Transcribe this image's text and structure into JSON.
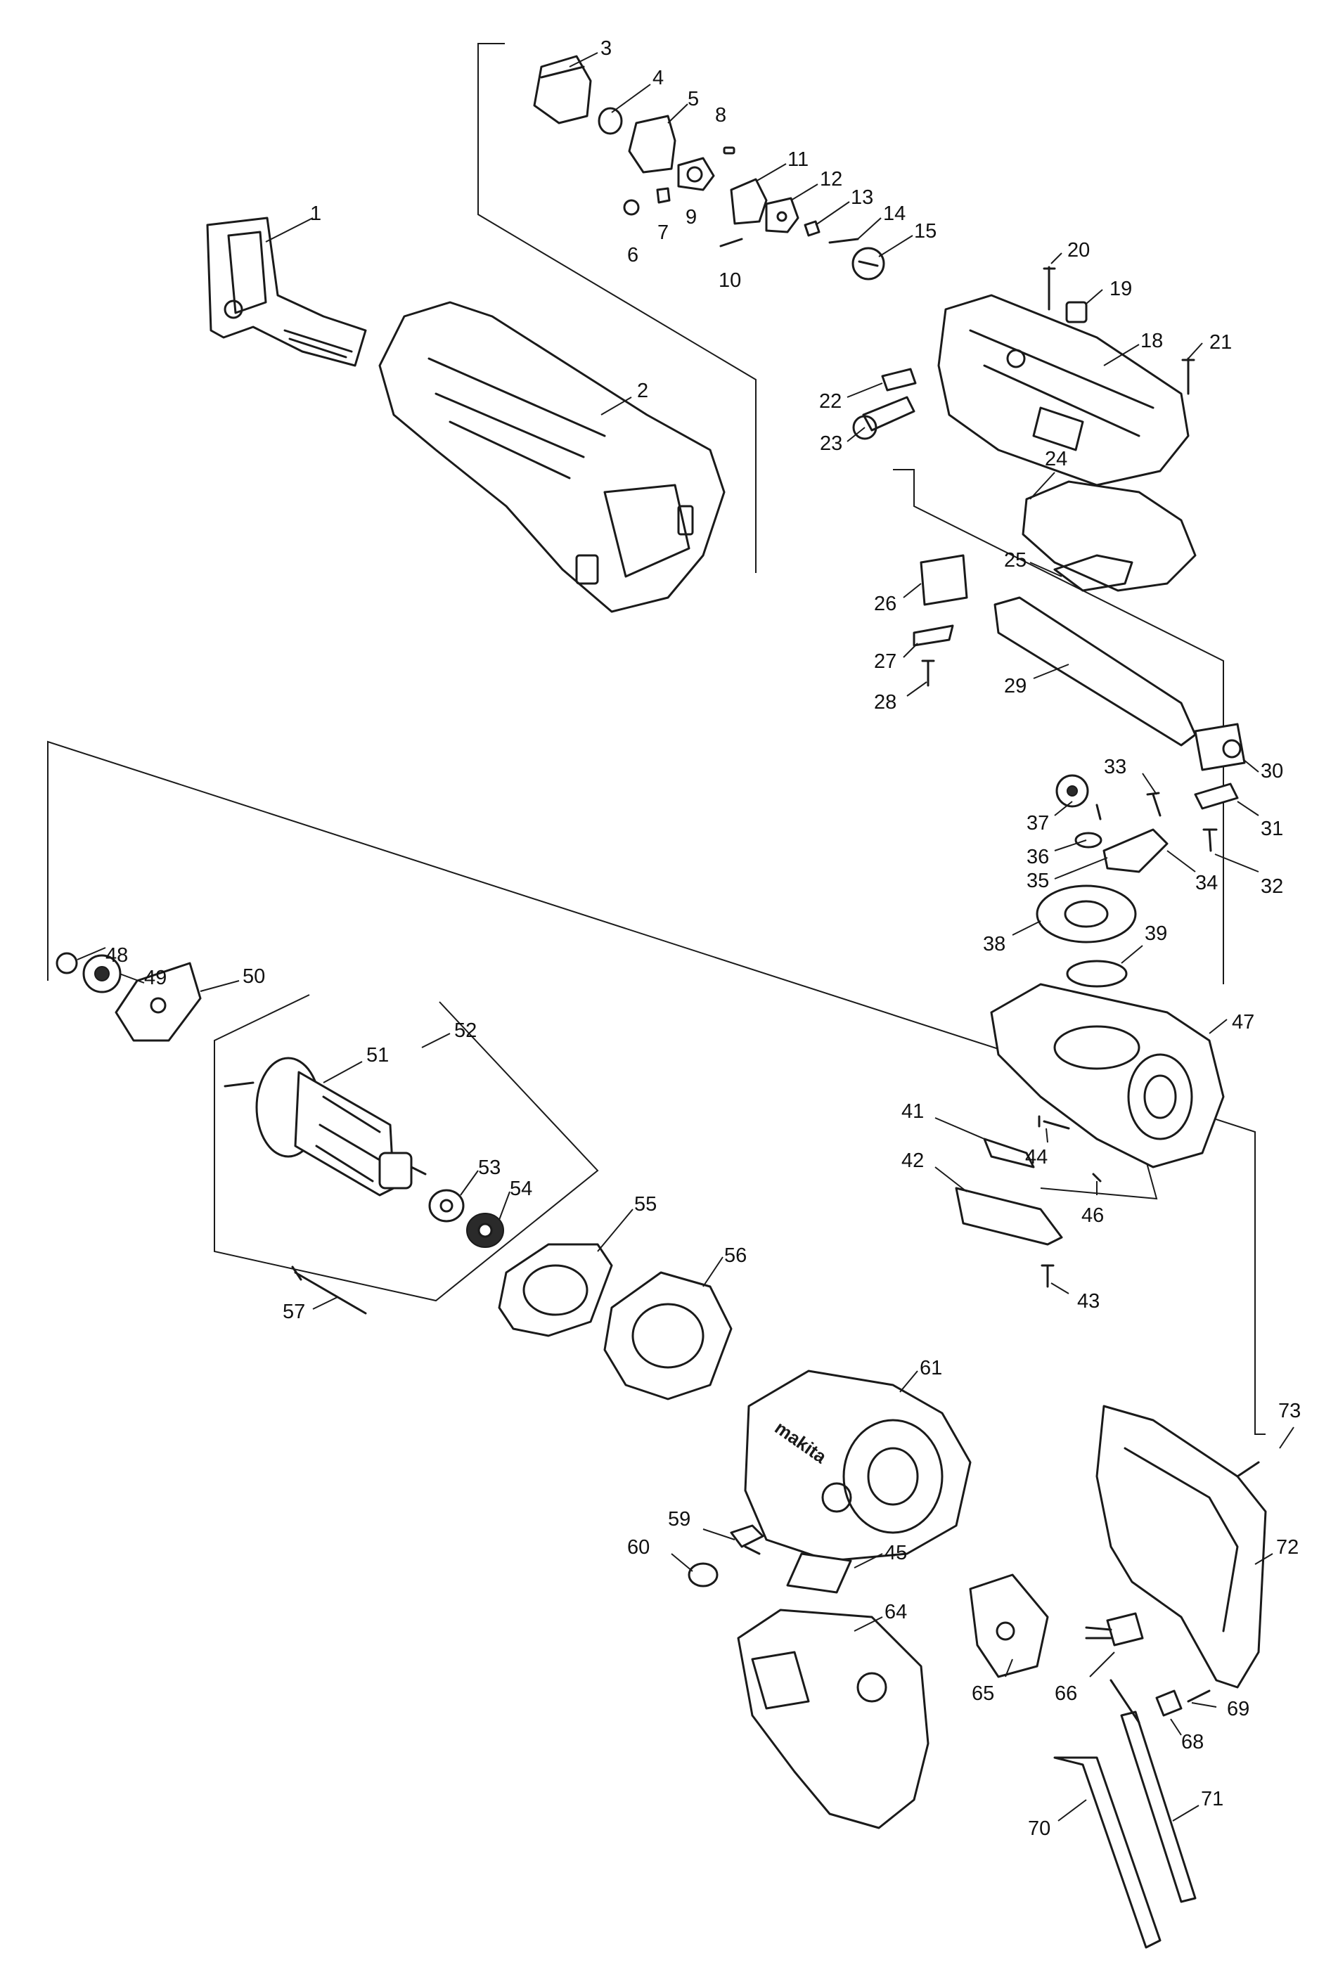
{
  "diagram": {
    "callouts": [
      {
        "id": "p1",
        "label": "1"
      },
      {
        "id": "p2",
        "label": "2"
      },
      {
        "id": "p3",
        "label": "3"
      },
      {
        "id": "p4",
        "label": "4"
      },
      {
        "id": "p5",
        "label": "5"
      },
      {
        "id": "p6",
        "label": "6"
      },
      {
        "id": "p7",
        "label": "7"
      },
      {
        "id": "p8",
        "label": "8"
      },
      {
        "id": "p9",
        "label": "9"
      },
      {
        "id": "p10",
        "label": "10"
      },
      {
        "id": "p11",
        "label": "11"
      },
      {
        "id": "p12",
        "label": "12"
      },
      {
        "id": "p13",
        "label": "13"
      },
      {
        "id": "p14",
        "label": "14"
      },
      {
        "id": "p15",
        "label": "15"
      },
      {
        "id": "p19",
        "label": "19"
      },
      {
        "id": "p20",
        "label": "20"
      },
      {
        "id": "p21",
        "label": "21"
      },
      {
        "id": "p18",
        "label": "18"
      },
      {
        "id": "p22",
        "label": "22"
      },
      {
        "id": "p23",
        "label": "23"
      },
      {
        "id": "p24",
        "label": "24"
      },
      {
        "id": "p25",
        "label": "25"
      },
      {
        "id": "p26",
        "label": "26"
      },
      {
        "id": "p27",
        "label": "27"
      },
      {
        "id": "p28",
        "label": "28"
      },
      {
        "id": "p29",
        "label": "29"
      },
      {
        "id": "p30",
        "label": "30"
      },
      {
        "id": "p31",
        "label": "31"
      },
      {
        "id": "p32",
        "label": "32"
      },
      {
        "id": "p33",
        "label": "33"
      },
      {
        "id": "p34",
        "label": "34"
      },
      {
        "id": "p35",
        "label": "35"
      },
      {
        "id": "p36",
        "label": "36"
      },
      {
        "id": "p37",
        "label": "37"
      },
      {
        "id": "p38",
        "label": "38"
      },
      {
        "id": "p39",
        "label": "39"
      },
      {
        "id": "p47",
        "label": "47"
      },
      {
        "id": "p41",
        "label": "41"
      },
      {
        "id": "p42",
        "label": "42"
      },
      {
        "id": "p43",
        "label": "43"
      },
      {
        "id": "p44",
        "label": "44"
      },
      {
        "id": "p46",
        "label": "46"
      },
      {
        "id": "p48",
        "label": "48"
      },
      {
        "id": "p49",
        "label": "49"
      },
      {
        "id": "p50",
        "label": "50"
      },
      {
        "id": "p51",
        "label": "51"
      },
      {
        "id": "p52",
        "label": "52"
      },
      {
        "id": "p53",
        "label": "53"
      },
      {
        "id": "p54",
        "label": "54"
      },
      {
        "id": "p55",
        "label": "55"
      },
      {
        "id": "p56",
        "label": "56"
      },
      {
        "id": "p57",
        "label": "57"
      },
      {
        "id": "p61",
        "label": "61"
      },
      {
        "id": "p59",
        "label": "59"
      },
      {
        "id": "p60",
        "label": "60"
      },
      {
        "id": "p45",
        "label": "45"
      },
      {
        "id": "p64",
        "label": "64"
      },
      {
        "id": "p65",
        "label": "65"
      },
      {
        "id": "p66",
        "label": "66"
      },
      {
        "id": "p68",
        "label": "68"
      },
      {
        "id": "p69",
        "label": "69"
      },
      {
        "id": "p70",
        "label": "70"
      },
      {
        "id": "p71",
        "label": "71"
      },
      {
        "id": "p72",
        "label": "72"
      },
      {
        "id": "p73",
        "label": "73"
      }
    ],
    "brand_mark": "makita",
    "line_color": "#1a1a1a",
    "background": "#ffffff"
  }
}
